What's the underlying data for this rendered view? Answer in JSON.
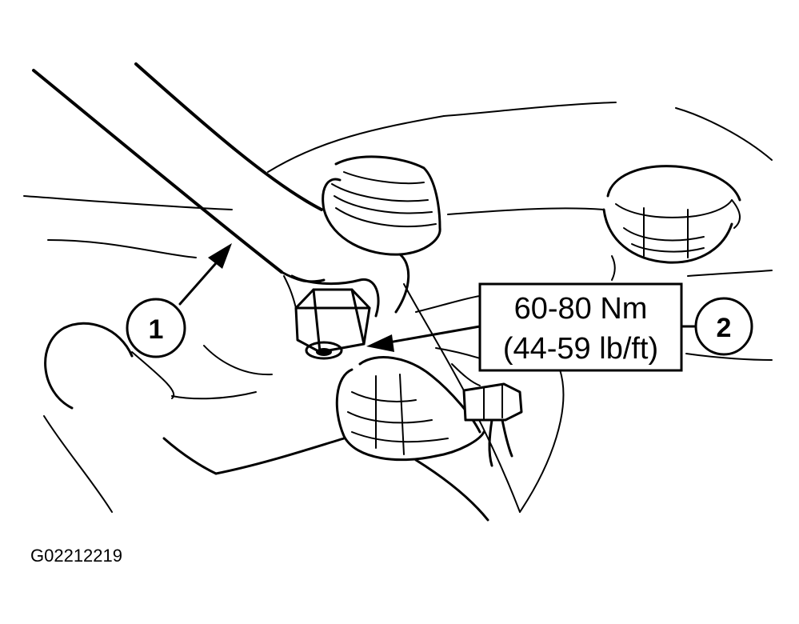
{
  "callouts": [
    {
      "number": "1"
    },
    {
      "number": "2"
    }
  ],
  "torque_spec": {
    "metric": "60-80 Nm",
    "imperial": "(44-59 lb/ft)"
  },
  "figure_id": "G02212219",
  "colors": {
    "ink": "#000000",
    "paper": "#ffffff"
  }
}
